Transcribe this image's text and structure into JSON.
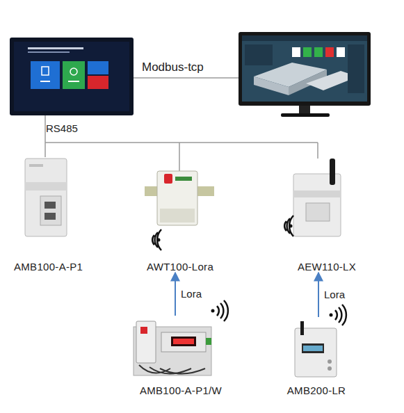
{
  "diagram": {
    "nodes": [
      {
        "text": [
          "AMB100-A-P1"
        ]
      },
      {
        "text": [
          "AWT100-Lora"
        ]
      },
      {
        "text": [
          "AEW110-LX"
        ]
      },
      {
        "text": [
          "AMB100-A-P1/W"
        ]
      },
      {
        "text": [
          "AMB200-LR"
        ]
      }
    ],
    "edges": [
      {
        "from": 3,
        "to": 1,
        "label": "Lora",
        "arrow": "to"
      },
      {
        "from": 4,
        "to": 2,
        "label": "Lora",
        "arrow": "to"
      }
    ],
    "labels": [
      "Modbus-tcp",
      "RS485"
    ]
  }
}
